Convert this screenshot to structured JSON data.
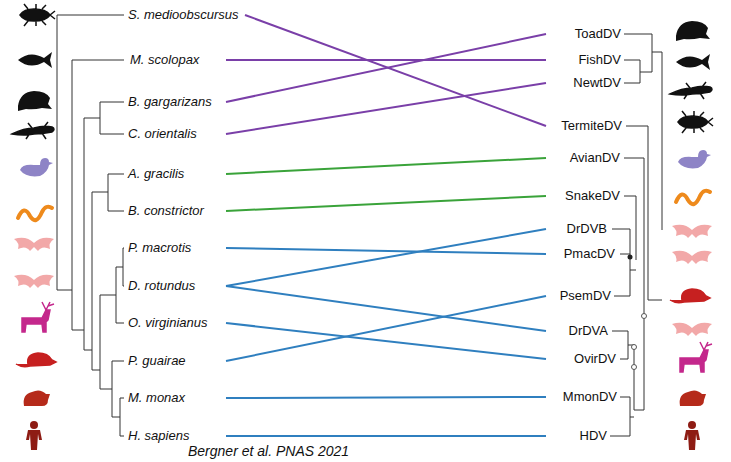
{
  "diagram": {
    "nodes": [
      {
        "text": [
          "S. medioobscursus"
        ]
      },
      {
        "text": [
          "M. scolopax"
        ]
      },
      {
        "text": [
          "B. gargarizans"
        ]
      },
      {
        "text": [
          "C. orientalis"
        ]
      },
      {
        "text": [
          "A. gracilis"
        ]
      },
      {
        "text": [
          "B. constrictor"
        ]
      },
      {
        "text": [
          "P. macrotis"
        ]
      },
      {
        "text": [
          "D. rotundus"
        ]
      },
      {
        "text": [
          "O. virginianus"
        ]
      },
      {
        "text": [
          "P. guairae"
        ]
      },
      {
        "text": [
          "M. monax"
        ]
      },
      {
        "text": [
          "H. sapiens"
        ]
      },
      {
        "text": [
          "ToadDV"
        ]
      },
      {
        "text": [
          "FishDV"
        ]
      },
      {
        "text": [
          "NewtDV"
        ]
      },
      {
        "text": [
          "TermiteDV"
        ]
      },
      {
        "text": [
          "AvianDV"
        ]
      },
      {
        "text": [
          "SnakeDV"
        ]
      },
      {
        "text": [
          "DrDVB"
        ]
      },
      {
        "text": [
          "PmacDV"
        ]
      },
      {
        "text": [
          "PsemDV"
        ]
      },
      {
        "text": [
          "DrDVA"
        ]
      },
      {
        "text": [
          "OvirDV"
        ]
      },
      {
        "text": [
          "MmonDV"
        ]
      },
      {
        "text": [
          "HDV"
        ]
      }
    ],
    "edges": [
      {
        "from": 0,
        "to": 15,
        "arrow": "none"
      },
      {
        "from": 1,
        "to": 13,
        "arrow": "none"
      },
      {
        "from": 2,
        "to": 12,
        "arrow": "none"
      },
      {
        "from": 3,
        "to": 14,
        "arrow": "none"
      },
      {
        "from": 4,
        "to": 16,
        "arrow": "none"
      },
      {
        "from": 5,
        "to": 17,
        "arrow": "none"
      },
      {
        "from": 6,
        "to": 19,
        "arrow": "none"
      },
      {
        "from": 7,
        "to": 18,
        "arrow": "none"
      },
      {
        "from": 7,
        "to": 21,
        "arrow": "none"
      },
      {
        "from": 8,
        "to": 22,
        "arrow": "none"
      },
      {
        "from": 9,
        "to": 20,
        "arrow": "none"
      },
      {
        "from": 10,
        "to": 23,
        "arrow": "none"
      },
      {
        "from": 11,
        "to": 24,
        "arrow": "none"
      }
    ],
    "labels": [
      "Bergner et al. PNAS 2021"
    ]
  }
}
